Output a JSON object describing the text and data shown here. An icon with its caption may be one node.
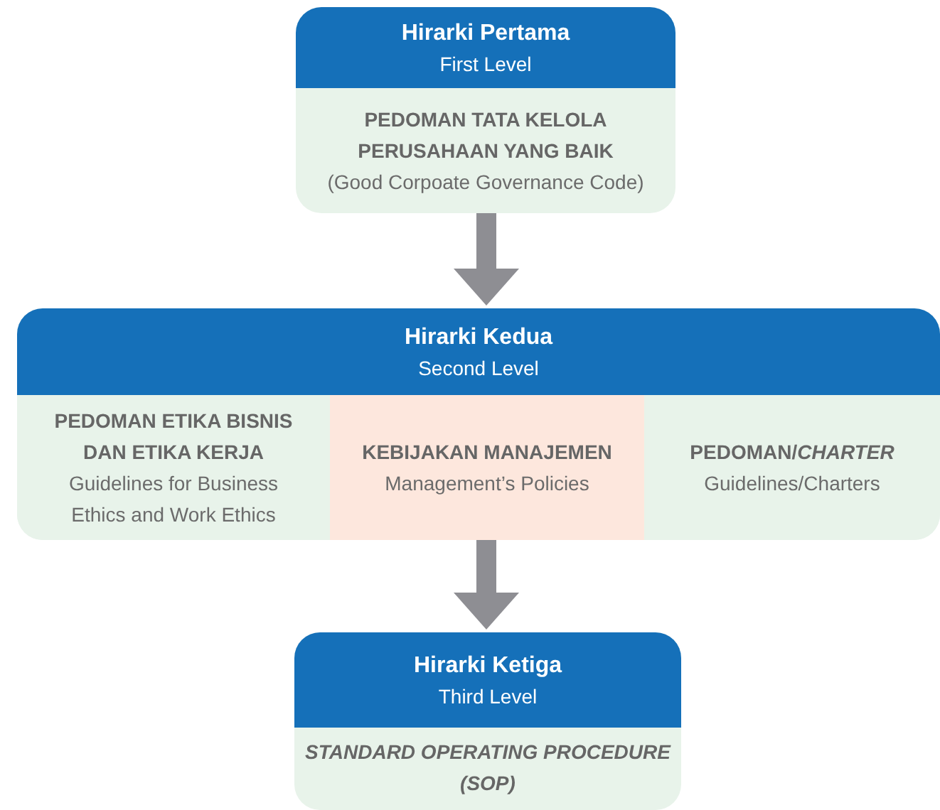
{
  "diagram": {
    "nodes": [
      {
        "text": [
          "Hirarki Pertama",
          "First Level"
        ]
      },
      {
        "text": [
          "PEDOMAN TATA KELOLA PERUSAHAAN YANG BAIK",
          "(Good Corpoate Governance Code)"
        ],
        "in": 0
      },
      {
        "text": [
          "Hirarki Kedua",
          "Second Level"
        ]
      },
      {
        "text": [
          "PEDOMAN ETIKA BISNIS DAN ETIKA KERJA",
          "Guidelines for Business Ethics and Work Ethics"
        ],
        "in": 2
      },
      {
        "text": [
          "KEBIJAKAN MANAJEMEN",
          "Management’s Policies"
        ],
        "in": 2
      },
      {
        "text": [
          "PEDOMAN/*CHARTER*",
          "Guidelines/Charters"
        ],
        "in": 2
      },
      {
        "text": [
          "Hirarki Ketiga",
          "Third Level"
        ]
      },
      {
        "text": [
          "STANDARD OPERATING PROCEDURE (SOP)"
        ],
        "in": 6
      }
    ],
    "edges": [
      {
        "from": 0,
        "to": 2,
        "arrow": "to"
      },
      {
        "from": 2,
        "to": 6,
        "arrow": "to"
      }
    ]
  }
}
